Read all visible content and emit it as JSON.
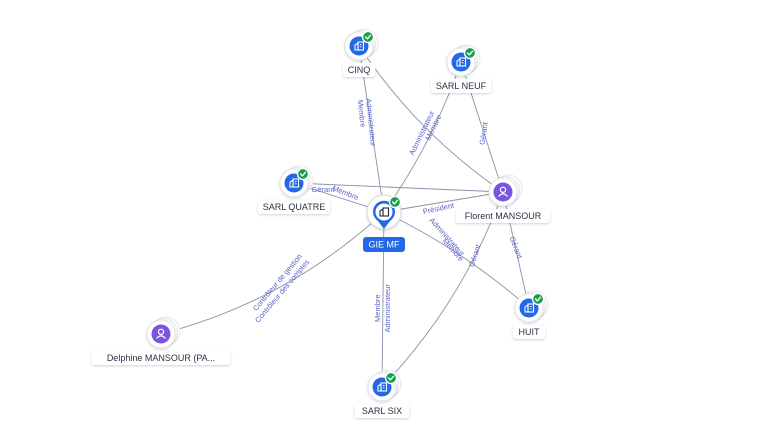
{
  "colors": {
    "company": "#2268e8",
    "person": "#7a55e0",
    "check": "#1b9e4b",
    "edge": "#8a92a8",
    "edge_label": "#5b63c9"
  },
  "nodes": [
    {
      "id": "gie-mf",
      "label": "GIE MF",
      "kind": "company",
      "icon": "building-icon",
      "center": true
    },
    {
      "id": "cinq",
      "label": "CINQ",
      "kind": "company",
      "icon": "building-icon"
    },
    {
      "id": "sarl-neuf",
      "label": "SARL NEUF",
      "kind": "company",
      "icon": "building-icon"
    },
    {
      "id": "sarl-quatre",
      "label": "SARL QUATRE",
      "kind": "company",
      "icon": "building-icon"
    },
    {
      "id": "florent",
      "label": "Florent MANSOUR",
      "kind": "person",
      "icon": "person-icon"
    },
    {
      "id": "huit",
      "label": "HUIT",
      "kind": "company",
      "icon": "building-icon"
    },
    {
      "id": "delphine",
      "label": "Delphine MANSOUR (PA...",
      "kind": "person",
      "icon": "person-icon"
    },
    {
      "id": "sarl-six",
      "label": "SARL SIX",
      "kind": "company",
      "icon": "building-icon"
    }
  ],
  "edges": [
    {
      "from": "cinq",
      "to": "gie-mf",
      "labels": [
        "Membre",
        "Administrateur"
      ]
    },
    {
      "from": "sarl-neuf",
      "to": "gie-mf",
      "labels": [
        "Membre",
        "Administrateur"
      ]
    },
    {
      "from": "cinq",
      "to": "florent",
      "labels": []
    },
    {
      "from": "florent",
      "to": "sarl-neuf",
      "labels": [
        "Gérant"
      ]
    },
    {
      "from": "sarl-quatre",
      "to": "gie-mf",
      "labels": [
        "Membre"
      ]
    },
    {
      "from": "florent",
      "to": "sarl-quatre",
      "labels": [
        "Gérant"
      ]
    },
    {
      "from": "florent",
      "to": "gie-mf",
      "labels": [
        "Président"
      ]
    },
    {
      "from": "florent",
      "to": "huit",
      "labels": [
        "Gérant"
      ]
    },
    {
      "from": "huit",
      "to": "gie-mf",
      "labels": [
        "Membre",
        "Administrateur"
      ]
    },
    {
      "from": "delphine",
      "to": "gie-mf",
      "labels": [
        "Contrôleur de gestion",
        "Contrôleur des comptes"
      ]
    },
    {
      "from": "sarl-six",
      "to": "gie-mf",
      "labels": [
        "Membre",
        "Administrateur"
      ]
    },
    {
      "from": "florent",
      "to": "sarl-six",
      "labels": [
        "Gérant"
      ]
    }
  ]
}
